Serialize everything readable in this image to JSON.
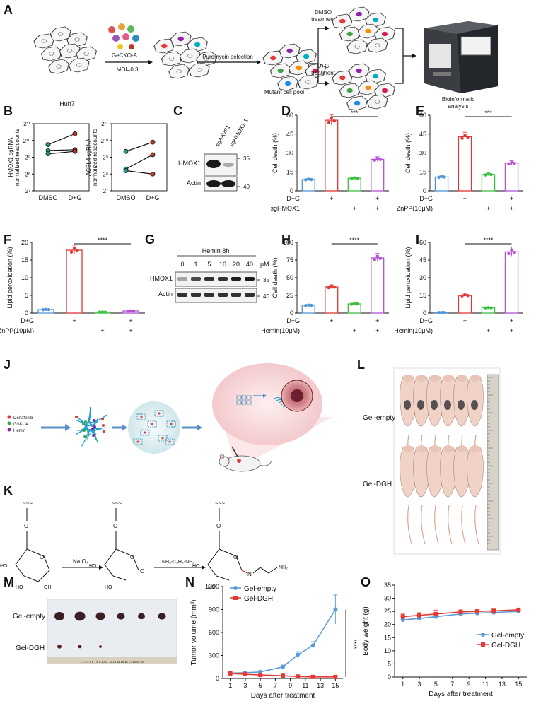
{
  "panel_letters": [
    "A",
    "B",
    "C",
    "D",
    "E",
    "F",
    "G",
    "H",
    "I",
    "J",
    "K",
    "L",
    "M",
    "N",
    "O"
  ],
  "colors": {
    "blue": "#4f96d8",
    "red": "#e03535",
    "green": "#3fbf3f",
    "purple": "#b552d6",
    "teal": "#2a9d8f",
    "dark": "#333333",
    "gelEmpty": "#5b9bd5",
    "gelDGH": "#e53935"
  },
  "A": {
    "huh7": "Huh7",
    "gecko": "GeCKO-A",
    "moi": "MOI=0.3",
    "puro": "Puromycin selection",
    "mutant": "Mutant cell pool",
    "dmso1": "DMSO",
    "dmso2": "treatment",
    "dg1": "D+G",
    "dg2": "treatment",
    "bio1": "Bioinformatic",
    "bio2": "analysis"
  },
  "B": {
    "left": {
      "ylabel1": "HMOX1 sgRNA",
      "ylabel2": "normalized readcounts",
      "ticks": [
        "2⁷",
        "2⁸",
        "2⁹",
        "2¹⁰",
        "2¹¹"
      ],
      "x": [
        "DMSO",
        "D+G"
      ],
      "pairs": [
        [
          9.75,
          10.4
        ],
        [
          9.4,
          9.45
        ],
        [
          9.2,
          9.35
        ]
      ]
    },
    "right": {
      "ylabel1": "ACSL4 sgRNA",
      "ylabel2": "normalized readcounts",
      "ticks": [
        "2⁷",
        "2⁸",
        "2⁹",
        "2¹⁰",
        "2¹¹"
      ],
      "x": [
        "DMSO",
        "D+G"
      ],
      "pairs": [
        [
          9.35,
          9.9
        ],
        [
          8.3,
          9.15
        ],
        [
          8.2,
          8.0
        ]
      ]
    }
  },
  "C": {
    "cols": [
      "sgAAVS1",
      "sgHMOX1-1"
    ],
    "rows": [
      "HMOX1",
      "Actin"
    ],
    "mw": [
      "35",
      "40"
    ]
  },
  "D": {
    "ylabel": "Cell death (%)",
    "ticks": [
      "0",
      "15",
      "30",
      "45",
      "60"
    ],
    "ymax": 60,
    "values": [
      9,
      56,
      10,
      25
    ],
    "sig": "***",
    "row1": "D+G",
    "row2": "sgHMOX1",
    "row1marks": [
      "",
      "+",
      "",
      "+"
    ],
    "row2marks": [
      "",
      "",
      "+",
      "+"
    ]
  },
  "E": {
    "ylabel": "Cell death (%)",
    "ticks": [
      "0",
      "15",
      "30",
      "45",
      "60"
    ],
    "ymax": 60,
    "values": [
      11,
      43,
      13,
      22
    ],
    "sig": "***",
    "row1": "D+G",
    "row2": "ZnPP(10μM)",
    "row1marks": [
      "",
      "+",
      "",
      "+"
    ],
    "row2marks": [
      "",
      "",
      "+",
      "+"
    ]
  },
  "F": {
    "ylabel": "Lipid peroxidation (%)",
    "ticks": [
      "0",
      "5",
      "10",
      "15",
      "20"
    ],
    "ymax": 20,
    "values": [
      1.0,
      17.8,
      0.3,
      0.6
    ],
    "sig": "****",
    "row1": "D+G",
    "row2": "ZnPP(10μM)",
    "row1marks": [
      "",
      "+",
      "",
      "+"
    ],
    "row2marks": [
      "",
      "",
      "+",
      "+"
    ]
  },
  "G": {
    "title": "Hemin 8h",
    "doses": [
      "0",
      "1",
      "5",
      "10",
      "20",
      "40"
    ],
    "unit": "μM",
    "rows": [
      "HMOX1",
      "Actin"
    ],
    "mw": [
      "35",
      "40"
    ]
  },
  "H": {
    "ylabel": "Cell death (%)",
    "ticks": [
      "0",
      "25",
      "50",
      "75",
      "100"
    ],
    "ymax": 100,
    "values": [
      11,
      37,
      13,
      78
    ],
    "sig": "****",
    "row1": "D+G",
    "row2": "Hemin(10μM)",
    "row1marks": [
      "",
      "+",
      "",
      "+"
    ],
    "row2marks": [
      "",
      "",
      "+",
      "+"
    ]
  },
  "I": {
    "ylabel": "Lipid peroxidation (%)",
    "ticks": [
      "0",
      "15",
      "30",
      "45",
      "60"
    ],
    "ymax": 60,
    "values": [
      0.5,
      15,
      4.5,
      52
    ],
    "sig": "****",
    "row1": "D+G",
    "row2": "Hemin(10μM)",
    "row1marks": [
      "",
      "+",
      "",
      "+"
    ],
    "row2marks": [
      "",
      "",
      "+",
      "+"
    ]
  },
  "J": {
    "legend": [
      "Donafenib",
      "GSK-J4",
      "Hemin"
    ]
  },
  "K": {
    "reagent1": "NaIO₄",
    "reagent2": "NH₂-C₂H₄-NH₂",
    "nh2": "NH₂",
    "atoms": {
      "o": "O",
      "ho": "HO",
      "oh": "OH",
      "n": "N",
      "wavy": "~~~"
    }
  },
  "L": {
    "gel_empty": "Gel-empty",
    "gel_dgh": "Gel-DGH"
  },
  "M": {
    "gel_empty": "Gel-empty",
    "gel_dgh": "Gel-DGH",
    "ruler": "1 2 3 4 5 6 7 8 9 10 11 12 13 14 15 16 17 18 19 20"
  },
  "chart_data": [
    {
      "type": "line",
      "title": "",
      "xlabel": "Days after treatment",
      "ylabel": "Tumor volume (mm³)",
      "x": [
        1,
        3,
        5,
        8,
        10,
        12,
        15
      ],
      "xticks": [
        "1",
        "3",
        "5",
        "7",
        "9",
        "11",
        "13",
        "15"
      ],
      "yticks": [
        "0",
        "300",
        "600",
        "900",
        "1200"
      ],
      "ylim": [
        0,
        1200
      ],
      "xlim": [
        0,
        16
      ],
      "series": [
        {
          "name": "Gel-empty",
          "values": [
            70,
            75,
            85,
            150,
            310,
            430,
            900
          ],
          "err": [
            10,
            12,
            15,
            25,
            40,
            50,
            190
          ]
        },
        {
          "name": "Gel-DGH",
          "values": [
            65,
            55,
            45,
            35,
            25,
            20,
            20
          ],
          "err": [
            10,
            8,
            6,
            5,
            4,
            4,
            4
          ]
        }
      ],
      "sig": "****",
      "legend_position": "top-left"
    },
    {
      "type": "line",
      "title": "",
      "xlabel": "Days after treatment",
      "ylabel": "Body weight (g)",
      "x": [
        1,
        3,
        5,
        8,
        10,
        12,
        15
      ],
      "xticks": [
        "1",
        "3",
        "5",
        "7",
        "9",
        "11",
        "13",
        "15"
      ],
      "yticks": [
        "0",
        "5",
        "10",
        "15",
        "20",
        "25",
        "30",
        "35"
      ],
      "ylim": [
        0,
        35
      ],
      "xlim": [
        0,
        16
      ],
      "series": [
        {
          "name": "Gel-empty",
          "values": [
            21.8,
            22.3,
            23.0,
            24.0,
            24.3,
            24.6,
            25.0
          ],
          "err": [
            0.8,
            0.8,
            0.7,
            0.6,
            0.6,
            0.6,
            0.6
          ]
        },
        {
          "name": "Gel-DGH",
          "values": [
            23.0,
            23.5,
            24.0,
            24.8,
            25.0,
            25.2,
            25.6
          ],
          "err": [
            1.0,
            1.0,
            1.5,
            0.8,
            0.7,
            0.7,
            0.6
          ]
        }
      ],
      "legend_position": "bottom-right"
    }
  ]
}
